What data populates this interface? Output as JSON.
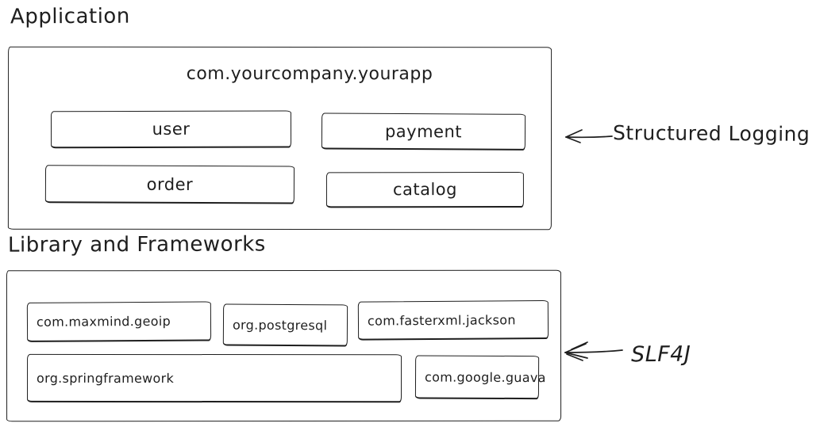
{
  "colors": {
    "stroke": "#1e1e1e",
    "background": "#ffffff"
  },
  "application": {
    "title": "Application",
    "package": "com.yourcompany.yourapp",
    "modules": [
      {
        "label": "user"
      },
      {
        "label": "payment"
      },
      {
        "label": "order"
      },
      {
        "label": "catalog"
      }
    ],
    "annotation": "Structured Logging",
    "annotation_icon": "left-arrow"
  },
  "libraries": {
    "title": "Library and Frameworks",
    "packages": [
      {
        "label": "com.maxmind.geoip"
      },
      {
        "label": "org.postgresql"
      },
      {
        "label": "com.fasterxml.jackson"
      },
      {
        "label": "org.springframework"
      },
      {
        "label": "com.google.guava"
      }
    ],
    "annotation": "SLF4J",
    "annotation_icon": "left-arrow"
  }
}
